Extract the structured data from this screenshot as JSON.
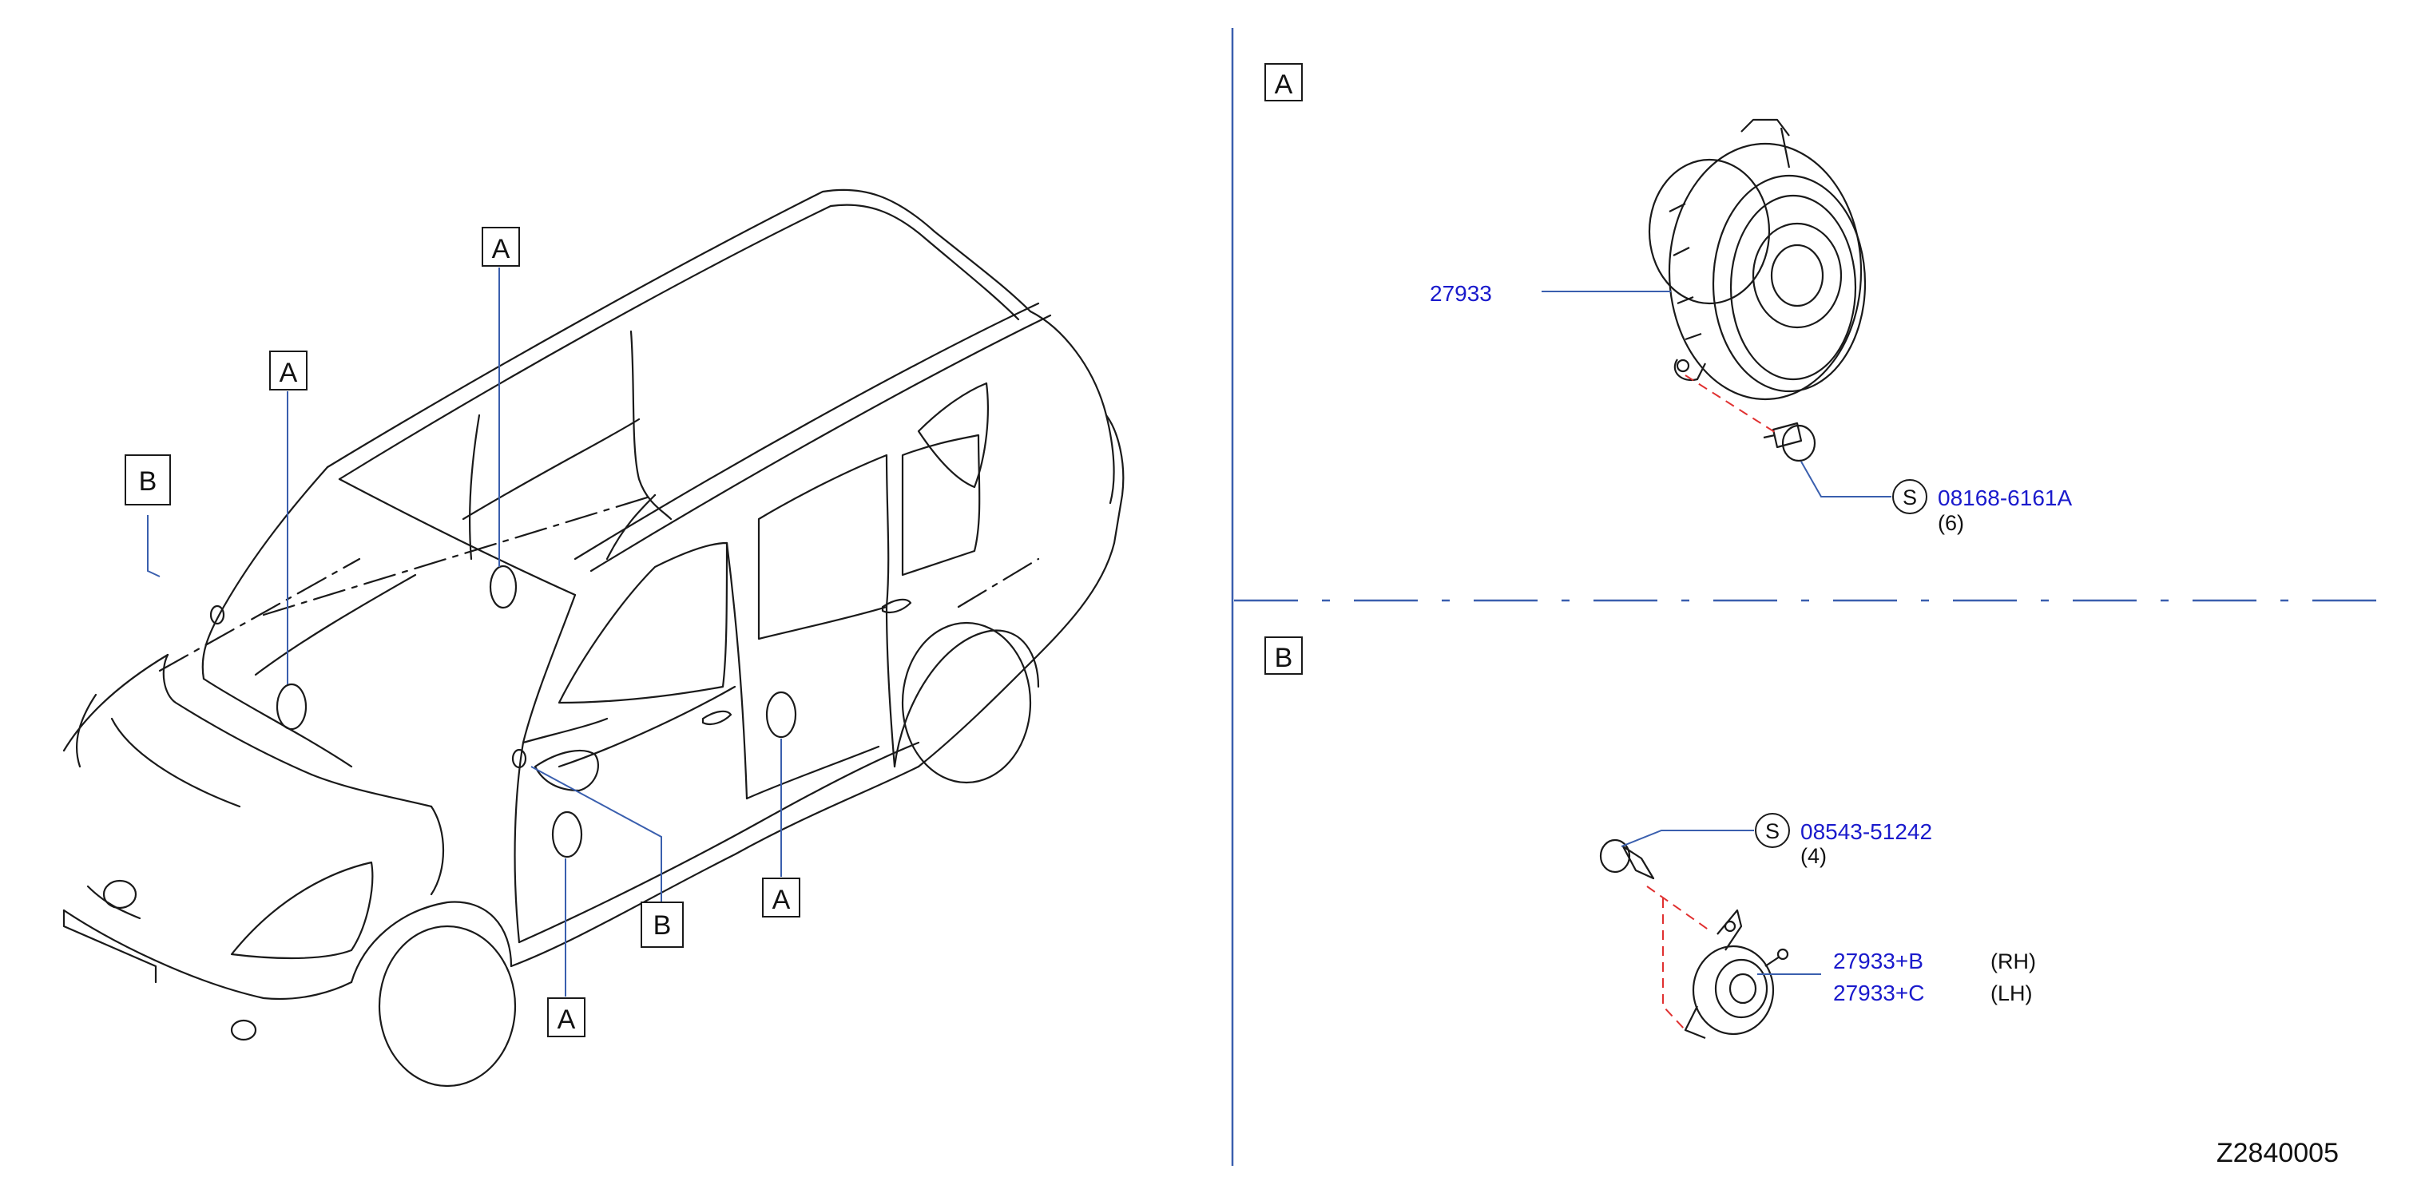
{
  "car_callouts": {
    "a1": "A",
    "a2": "A",
    "a3": "A",
    "a4": "A",
    "b1": "B",
    "b2": "B"
  },
  "section_a": {
    "label": "A",
    "speaker_part_no": "27933",
    "screw_symbol": "S",
    "screw_part_no": "08168-6161A",
    "screw_qty": "(6)"
  },
  "section_b": {
    "label": "B",
    "screw_symbol": "S",
    "screw_part_no": "08543-51242",
    "screw_qty": "(4)",
    "tweeter_rh_part_no": "27933+B",
    "tweeter_rh_side": "(RH)",
    "tweeter_lh_part_no": "27933+C",
    "tweeter_lh_side": "(LH)"
  },
  "diagram_code": "Z2840005",
  "colors": {
    "part_number": "#1a1acc",
    "leader_line": "#3a5fae",
    "assembly_dash": "#e03030"
  }
}
